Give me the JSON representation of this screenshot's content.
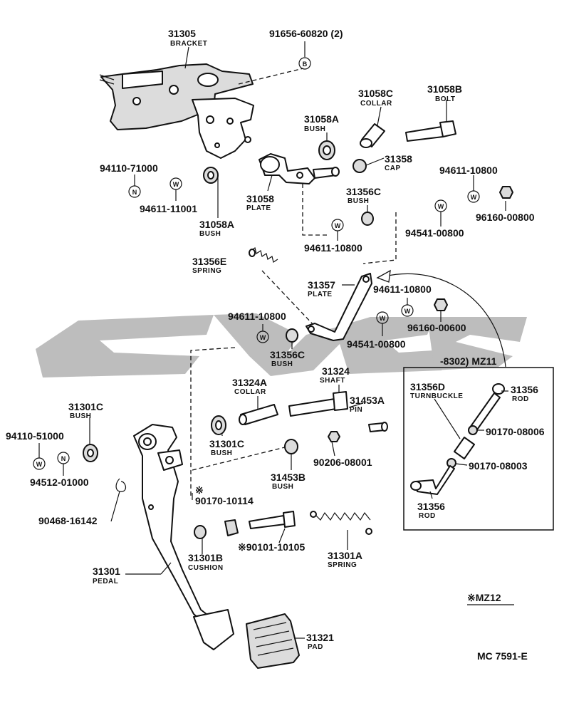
{
  "diagram": {
    "parts": [
      {
        "num": "31305",
        "name": "BRACKET"
      },
      {
        "num": "91656-60820 (2)",
        "sym": "B"
      },
      {
        "num": "31058C",
        "name": "COLLAR"
      },
      {
        "num": "31058B",
        "name": "BOLT"
      },
      {
        "num": "31058A",
        "name": "BUSH"
      },
      {
        "num": "31358",
        "name": "CAP"
      },
      {
        "num": "94110-71000",
        "sym": "N"
      },
      {
        "num": "94611-11001",
        "sym": "W"
      },
      {
        "num": "31058",
        "name": "PLATE"
      },
      {
        "num": "31058A",
        "name": "BUSH"
      },
      {
        "num": "94611-10800",
        "sym": "W"
      },
      {
        "num": "96160-00800"
      },
      {
        "num": "31356C",
        "name": "BUSH"
      },
      {
        "num": "94541-00800",
        "sym": "W"
      },
      {
        "num": "94611-10800",
        "sym": "W"
      },
      {
        "num": "31356E",
        "name": "SPRING"
      },
      {
        "num": "31357",
        "name": "PLATE"
      },
      {
        "num": "94611-10800",
        "sym": "W"
      },
      {
        "num": "96160-00600"
      },
      {
        "num": "94611-10800",
        "sym": "W"
      },
      {
        "num": "94541-00800",
        "sym": "W"
      },
      {
        "num": "31356C",
        "name": "BUSH"
      },
      {
        "num": "31324A",
        "name": "COLLAR"
      },
      {
        "num": "31324",
        "name": "SHAFT"
      },
      {
        "num": "31453A",
        "name": "PIN"
      },
      {
        "num": "31301C",
        "name": "BUSH"
      },
      {
        "num": "94110-51000",
        "sym": "W"
      },
      {
        "num": "94512-01000",
        "sym": "N"
      },
      {
        "num": "31301C",
        "name": "BUSH"
      },
      {
        "num": "90206-08001"
      },
      {
        "num": "31453B",
        "name": "BUSH"
      },
      {
        "num": "90468-16142"
      },
      {
        "num": "90170-10114",
        "mark": "※"
      },
      {
        "num": "31301B",
        "name": "CUSHION"
      },
      {
        "num": "※90101-10105"
      },
      {
        "num": "31301A",
        "name": "SPRING"
      },
      {
        "num": "31301",
        "name": "PEDAL"
      },
      {
        "num": "31321",
        "name": "PAD"
      }
    ],
    "inset": {
      "header": "-8302) MZ11",
      "parts": [
        {
          "num": "31356D",
          "name": "TURNBUCKLE"
        },
        {
          "num": "31356",
          "name": "ROD"
        },
        {
          "num": "90170-08006"
        },
        {
          "num": "90170-08003"
        },
        {
          "num": "31356",
          "name": "ROD"
        }
      ]
    },
    "footnote": "※MZ12",
    "figure_code": "MC 7591-E",
    "watermark_color": "#bdbdbd"
  }
}
